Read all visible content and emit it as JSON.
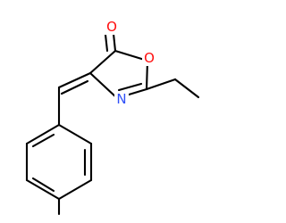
{
  "molecule": {
    "atoms": [
      {
        "id": "o-carbonyl",
        "label": "O",
        "color": "#ff0d0d"
      },
      {
        "id": "o-ring",
        "label": "O",
        "color": "#ff0d0d"
      },
      {
        "id": "n-ring",
        "label": "N",
        "color": "#3050f8"
      }
    ],
    "bond_color": "#000000"
  }
}
